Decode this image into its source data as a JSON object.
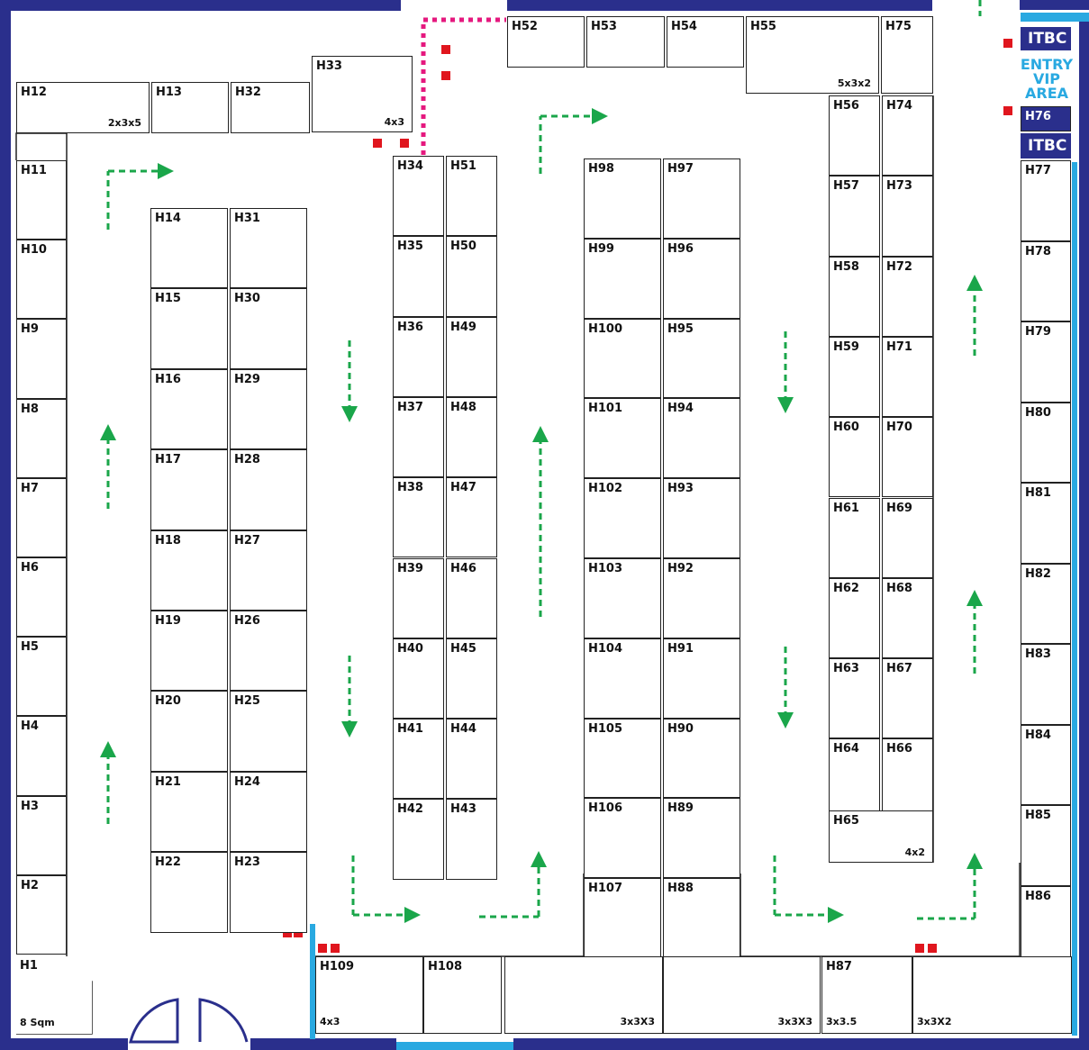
{
  "colors": {
    "wall": "#2a2f8c",
    "wall_light": "#29a9e1",
    "booth_border": "#222222",
    "arrow": "#1aa64a",
    "marker": "#e0161e",
    "dotted_path": "#e5187e"
  },
  "map": {
    "itbc_top": "ITBC",
    "itbc_bottom": "ITBC",
    "vip_lines": [
      "ENTRY",
      "VIP",
      "AREA"
    ],
    "booths": [
      {
        "id": "H1",
        "size": "8 Sqm"
      },
      {
        "id": "H2"
      },
      {
        "id": "H3"
      },
      {
        "id": "H4"
      },
      {
        "id": "H5"
      },
      {
        "id": "H6"
      },
      {
        "id": "H7"
      },
      {
        "id": "H8"
      },
      {
        "id": "H9"
      },
      {
        "id": "H10"
      },
      {
        "id": "H11"
      },
      {
        "id": "H12",
        "size": "2x3x5"
      },
      {
        "id": "H13"
      },
      {
        "id": "H32"
      },
      {
        "id": "H33",
        "size": "4x3"
      },
      {
        "id": "H14"
      },
      {
        "id": "H31"
      },
      {
        "id": "H15"
      },
      {
        "id": "H30"
      },
      {
        "id": "H16"
      },
      {
        "id": "H29"
      },
      {
        "id": "H17"
      },
      {
        "id": "H28"
      },
      {
        "id": "H18"
      },
      {
        "id": "H27"
      },
      {
        "id": "H19"
      },
      {
        "id": "H26"
      },
      {
        "id": "H20"
      },
      {
        "id": "H25"
      },
      {
        "id": "H21"
      },
      {
        "id": "H24"
      },
      {
        "id": "H22"
      },
      {
        "id": "H23"
      },
      {
        "id": "H34"
      },
      {
        "id": "H51"
      },
      {
        "id": "H35"
      },
      {
        "id": "H50"
      },
      {
        "id": "H36"
      },
      {
        "id": "H49"
      },
      {
        "id": "H37"
      },
      {
        "id": "H48"
      },
      {
        "id": "H38"
      },
      {
        "id": "H47"
      },
      {
        "id": "H39"
      },
      {
        "id": "H46"
      },
      {
        "id": "H40"
      },
      {
        "id": "H45"
      },
      {
        "id": "H41"
      },
      {
        "id": "H44"
      },
      {
        "id": "H42"
      },
      {
        "id": "H43"
      },
      {
        "id": "H52"
      },
      {
        "id": "H53"
      },
      {
        "id": "H54"
      },
      {
        "id": "H55",
        "size": "5x3x2"
      },
      {
        "id": "H75"
      },
      {
        "id": "H98"
      },
      {
        "id": "H97"
      },
      {
        "id": "H99"
      },
      {
        "id": "H96"
      },
      {
        "id": "H100"
      },
      {
        "id": "H95"
      },
      {
        "id": "H101"
      },
      {
        "id": "H94"
      },
      {
        "id": "H102"
      },
      {
        "id": "H93"
      },
      {
        "id": "H103"
      },
      {
        "id": "H92"
      },
      {
        "id": "H104"
      },
      {
        "id": "H91"
      },
      {
        "id": "H105"
      },
      {
        "id": "H90"
      },
      {
        "id": "H106"
      },
      {
        "id": "H89"
      },
      {
        "id": "H107"
      },
      {
        "id": "H88"
      },
      {
        "id": "H56"
      },
      {
        "id": "H74"
      },
      {
        "id": "H57"
      },
      {
        "id": "H73"
      },
      {
        "id": "H58"
      },
      {
        "id": "H72"
      },
      {
        "id": "H59"
      },
      {
        "id": "H71"
      },
      {
        "id": "H60"
      },
      {
        "id": "H70"
      },
      {
        "id": "H61"
      },
      {
        "id": "H69"
      },
      {
        "id": "H62"
      },
      {
        "id": "H68"
      },
      {
        "id": "H63"
      },
      {
        "id": "H67"
      },
      {
        "id": "H64"
      },
      {
        "id": "H66"
      },
      {
        "id": "H65",
        "size": "4x2"
      },
      {
        "id": "H76"
      },
      {
        "id": "H77"
      },
      {
        "id": "H78"
      },
      {
        "id": "H79"
      },
      {
        "id": "H80"
      },
      {
        "id": "H81"
      },
      {
        "id": "H82"
      },
      {
        "id": "H83"
      },
      {
        "id": "H84"
      },
      {
        "id": "H85"
      },
      {
        "id": "H86"
      },
      {
        "id": "H109",
        "size": "4x3"
      },
      {
        "id": "H108"
      },
      {
        "id": "",
        "size": "3x3X3"
      },
      {
        "id": "",
        "size": "3x3X3"
      },
      {
        "id": "H87",
        "size": "3x3.5"
      },
      {
        "id": "",
        "size": "3x3X2"
      }
    ]
  }
}
